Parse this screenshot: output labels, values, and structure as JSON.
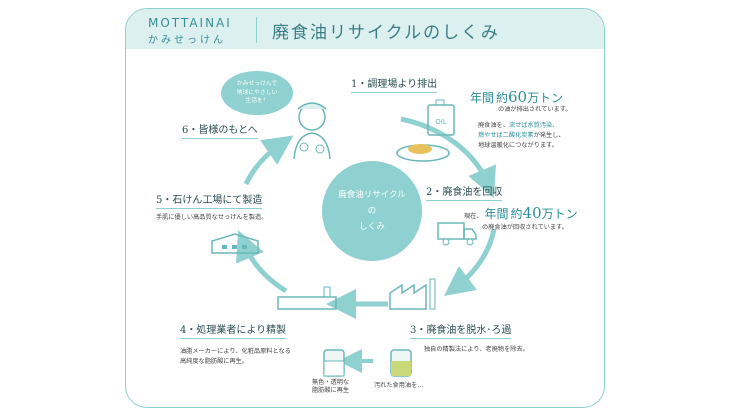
{
  "header": {
    "brand_en": "MOTTAINAI",
    "brand_jp": "かみせっけん",
    "title": "廃食油リサイクルのしくみ"
  },
  "center": {
    "line1": "廃食油リサイクル",
    "line2": "の",
    "line3": "しくみ"
  },
  "bubble": {
    "line1": "かみせっけんで",
    "line2": "地球にやさしい",
    "line3": "生活を！"
  },
  "steps": {
    "s1": {
      "label": "1・調理場より排出",
      "stat_prefix": "年間",
      "stat_mid": "約",
      "stat_num": "60",
      "stat_unit": "万トン",
      "stat_note": "の油が排出されています。",
      "desc1": "廃食油を、",
      "desc1_hl": "流せば水質汚染、",
      "desc2": "燃やせば二酸化炭素",
      "desc2_tail": "が発生し、",
      "desc3": "地球温暖化につながります。"
    },
    "s2": {
      "label": "2・廃食油を回収",
      "stat_prefix": "現在、",
      "stat_mid": "年間",
      "stat_mid2": "約",
      "stat_num": "40",
      "stat_unit": "万トン",
      "stat_note": "の廃食油が回収されています。"
    },
    "s3": {
      "label": "3・廃食油を脱水･ろ過",
      "desc": "独自の精製法により、老廃物を除去。"
    },
    "s4": {
      "label": "4・処理業者により精製",
      "desc1": "油脂メーカーにより、化粧品原料となる",
      "desc2": "高純度な脂肪酸に再生。",
      "tank_clean1": "無色・透明な",
      "tank_clean2": "脂肪酸に再生",
      "tank_dirty": "汚れた食用油を…"
    },
    "s5": {
      "label": "5・石けん工場にて製造",
      "desc": "手肌に優しい高品質なせっけんを製造。"
    },
    "s6": {
      "label": "6・皆様のもとへ"
    }
  },
  "icons": {
    "oil_can": "OIL",
    "colors": {
      "teal": "#8fd0d0",
      "teal_dark": "#2a8e98",
      "header_bg": "#dcf0ef"
    }
  }
}
